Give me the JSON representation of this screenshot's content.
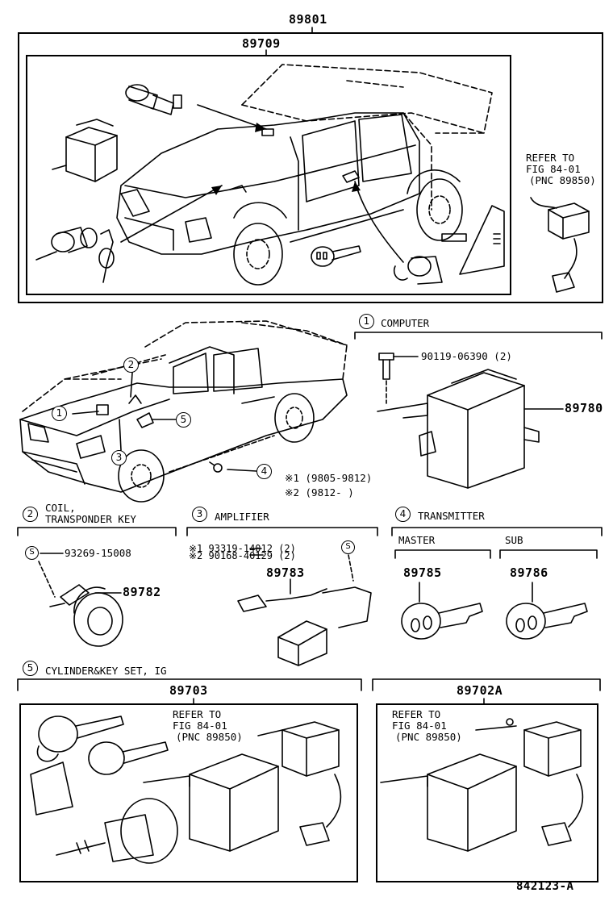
{
  "top": {
    "assembly_number": "89801",
    "subassembly_number": "89709",
    "refer_lines": [
      "REFER TO",
      "FIG 84-01",
      "(PNC 89850)"
    ]
  },
  "legend": {
    "ref_1": "1",
    "ref_2": "2",
    "ref_3": "3",
    "ref_4": "4",
    "ref_5": "5",
    "note1": "※1 (9805-9812)",
    "note2": "※2 (9812-        )"
  },
  "computer": {
    "index": "1",
    "title": "COMPUTER",
    "bolt_part": "90119-06390 (2)",
    "part_number": "89780"
  },
  "coil": {
    "index": "2",
    "title_line1": "COIL,",
    "title_line2": "TRANSPONDER KEY",
    "screw_part": "93269-15008",
    "screw_symbol": "S",
    "part_number": "89782"
  },
  "amplifier": {
    "index": "3",
    "title": "AMPLIFIER",
    "screw1": "※1 93319-14012 (2)",
    "screw2": "※2 90168-40129 (2)",
    "screw_symbol": "S",
    "part_number": "89783"
  },
  "transmitter": {
    "index": "4",
    "title": "TRANSMITTER",
    "master_label": "MASTER",
    "sub_label": "SUB",
    "master_part": "89785",
    "sub_part": "89786"
  },
  "cylinder": {
    "index": "5",
    "title": "CYLINDER&KEY SET, IG",
    "left_part": "89703",
    "right_part": "89702A",
    "refer_lines": [
      "REFER TO",
      "FIG 84-01",
      "(PNC 89850)"
    ]
  },
  "footer": {
    "diagram_code": "842123-A"
  }
}
